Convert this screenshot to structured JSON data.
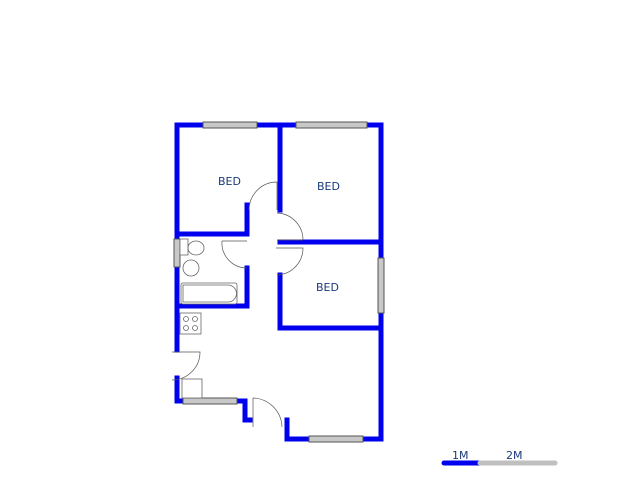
{
  "rooms": [
    {
      "label": "BED"
    },
    {
      "label": "BED"
    },
    {
      "label": "BED"
    }
  ],
  "scale_bar": {
    "labels": [
      "1M",
      "2M"
    ]
  },
  "colors": {
    "wall": "#0000ee",
    "window": "#c8c8c8",
    "scale_first": "#0000ee",
    "scale_second": "#c0c0c0"
  }
}
